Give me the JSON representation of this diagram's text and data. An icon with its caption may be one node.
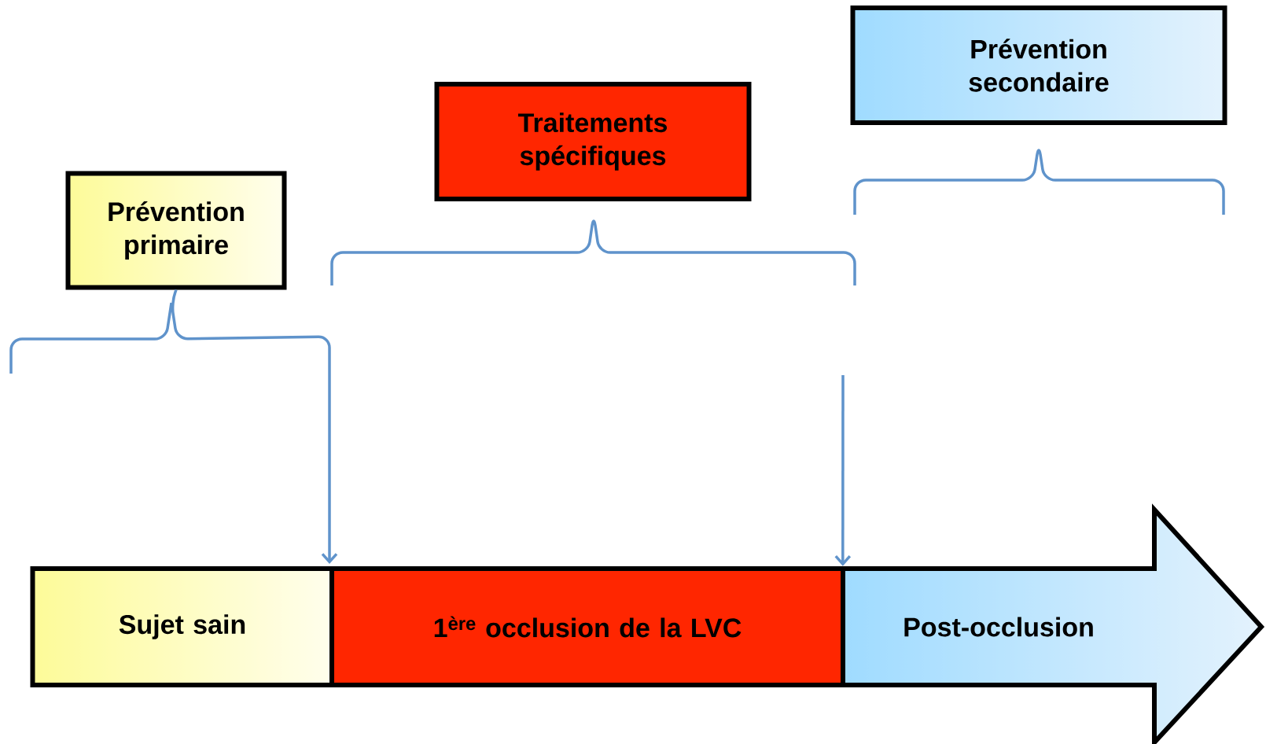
{
  "diagram": {
    "nodes": [
      {
        "text": [
          "Prévention primaire"
        ]
      },
      {
        "text": [
          "Traitements spécifiques"
        ]
      },
      {
        "text": [
          "Prévention secondaire"
        ]
      },
      {
        "text": [
          "Sujet sain"
        ]
      },
      {
        "text": [
          "1$^{ère}$ occlusion de la LVC"
        ]
      },
      {
        "text": [
          "Post-occlusion"
        ]
      }
    ],
    "edges": [
      {
        "from": 0,
        "to": 4,
        "arrow": "to"
      },
      {
        "from": null,
        "to": 5,
        "arrow": "to"
      }
    ]
  }
}
